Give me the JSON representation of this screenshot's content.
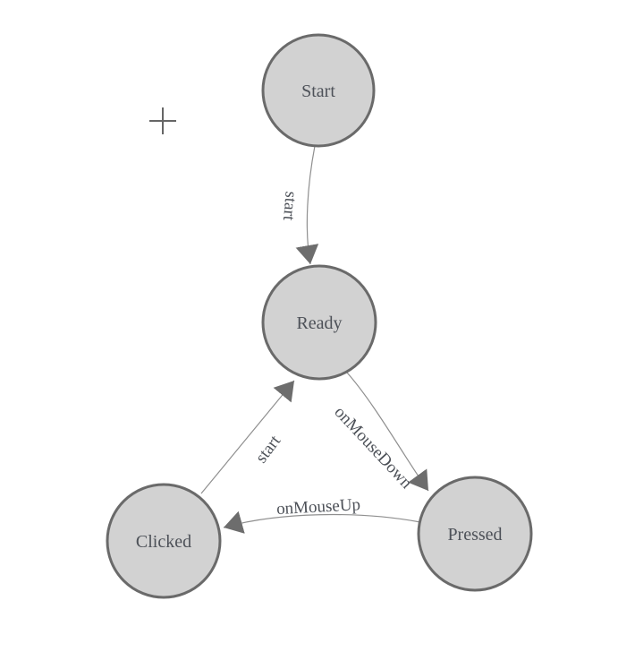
{
  "diagram": {
    "type": "state-diagram",
    "nodes": [
      {
        "id": "start",
        "label": "Start"
      },
      {
        "id": "ready",
        "label": "Ready"
      },
      {
        "id": "clicked",
        "label": "Clicked"
      },
      {
        "id": "pressed",
        "label": "Pressed"
      }
    ],
    "edges": [
      {
        "from": "Start",
        "to": "Ready",
        "label": "start"
      },
      {
        "from": "Clicked",
        "to": "Ready",
        "label": "start"
      },
      {
        "from": "Ready",
        "to": "Pressed",
        "label": "onMouseDown"
      },
      {
        "from": "Pressed",
        "to": "Clicked",
        "label": "onMouseUp"
      }
    ],
    "cursor": {
      "icon": "plus-crosshair"
    },
    "colors": {
      "canvas_background": "#ffffff",
      "node_fill": "#d2d2d2",
      "node_border": "#6a6a6a",
      "edge_line": "#8f8f8f",
      "arrowhead": "#6d6d6d",
      "label_text": "#4d5158",
      "cursor": "#666666"
    }
  }
}
